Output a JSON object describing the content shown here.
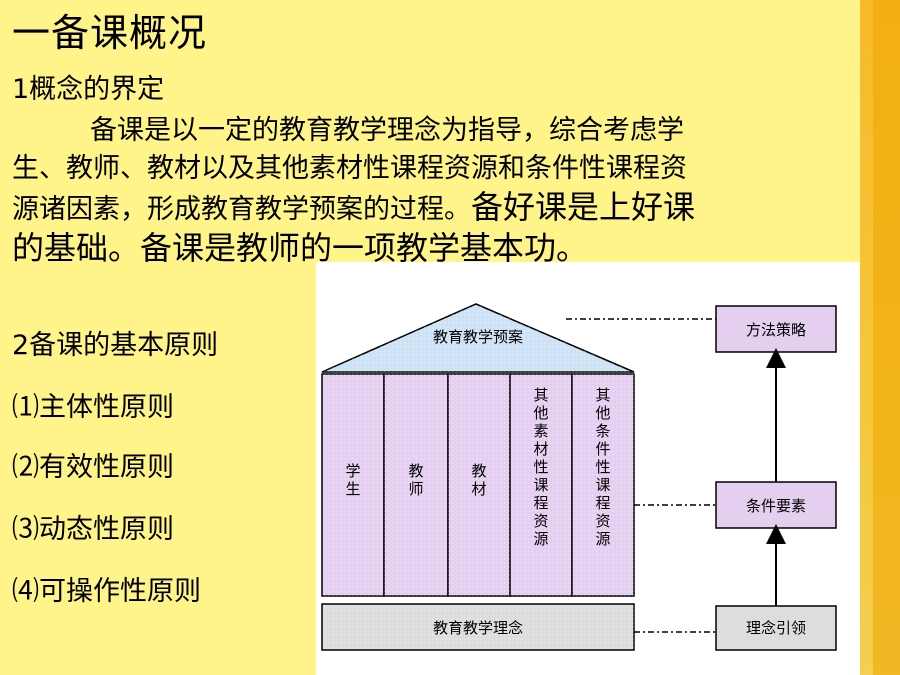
{
  "slide": {
    "title": "一备课概况",
    "section1": "1概念的界定",
    "para_line1": "备课是以一定的教育教学理念为指导，综合考虑学",
    "para_line2": "生、教师、教材以及其他素材性课程资源和条件性课程资",
    "para_line3a": "源诸因素，形成教育教学预案的过程。",
    "para_line3b": "备好课是上好课",
    "para_line4": "的基础。备课是教师的一项教学基本功。",
    "section2": "2备课的基本原则",
    "principles": [
      "⑴主体性原则",
      "⑵有效性原则",
      "⑶动态性原则",
      "⑷可操作性原则"
    ]
  },
  "diagram": {
    "roof": "教育教学预案",
    "pillars": [
      "学生",
      "教师",
      "教材",
      "其他素材性课程资源",
      "其他条件性课程资源"
    ],
    "base": "教育教学理念",
    "right_boxes": [
      "方法策略",
      "条件要素",
      "理念引领"
    ],
    "colors": {
      "roof": "#cde3f5",
      "pillar": "#e4cff0",
      "base": "#dddddd",
      "right_box": "#e4cff0"
    }
  }
}
